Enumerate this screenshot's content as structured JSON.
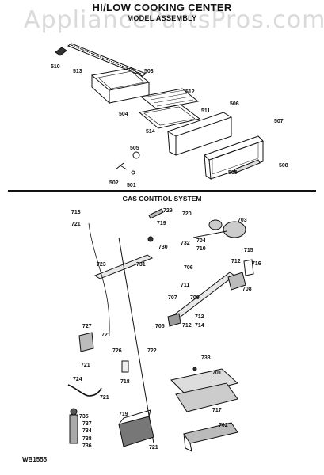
{
  "watermark": "AppliancePartsPros.com",
  "header": {
    "title": "HI/LOW COOKING CENTER",
    "subtitle": "MODEL ASSEMBLY"
  },
  "section": {
    "title": "GAS CONTROL SYSTEM"
  },
  "drawing_code": "WB1555",
  "part_numbers": {
    "p510": "510",
    "p513": "513",
    "p503": "503",
    "p512": "512",
    "p504": "504",
    "p511": "511",
    "p506": "506",
    "p507": "507",
    "p514": "514",
    "p505": "505",
    "p502": "502",
    "p501": "501",
    "p509": "509",
    "p508": "508",
    "p713": "713",
    "p729": "729",
    "p720": "720",
    "p703": "703",
    "p721a": "721",
    "p719a": "719",
    "p732": "732",
    "p704": "704",
    "p715": "715",
    "p730": "730",
    "p710": "710",
    "p723": "723",
    "p731": "731",
    "p712a": "712",
    "p716": "716",
    "p706": "706",
    "p711": "711",
    "p708": "708",
    "p707": "707",
    "p709": "709",
    "p712b": "712",
    "p705": "705",
    "p712c": "712",
    "p714": "714",
    "p727": "727",
    "p721b": "721",
    "p726": "726",
    "p722": "722",
    "p733": "733",
    "p721c": "721",
    "p701": "701",
    "p718": "718",
    "p724": "724",
    "p721d": "721",
    "p717": "717",
    "p735": "735",
    "p737": "737",
    "p719b": "719",
    "p702": "702",
    "p734": "734",
    "p738": "738",
    "p736": "736",
    "p721e": "721"
  }
}
